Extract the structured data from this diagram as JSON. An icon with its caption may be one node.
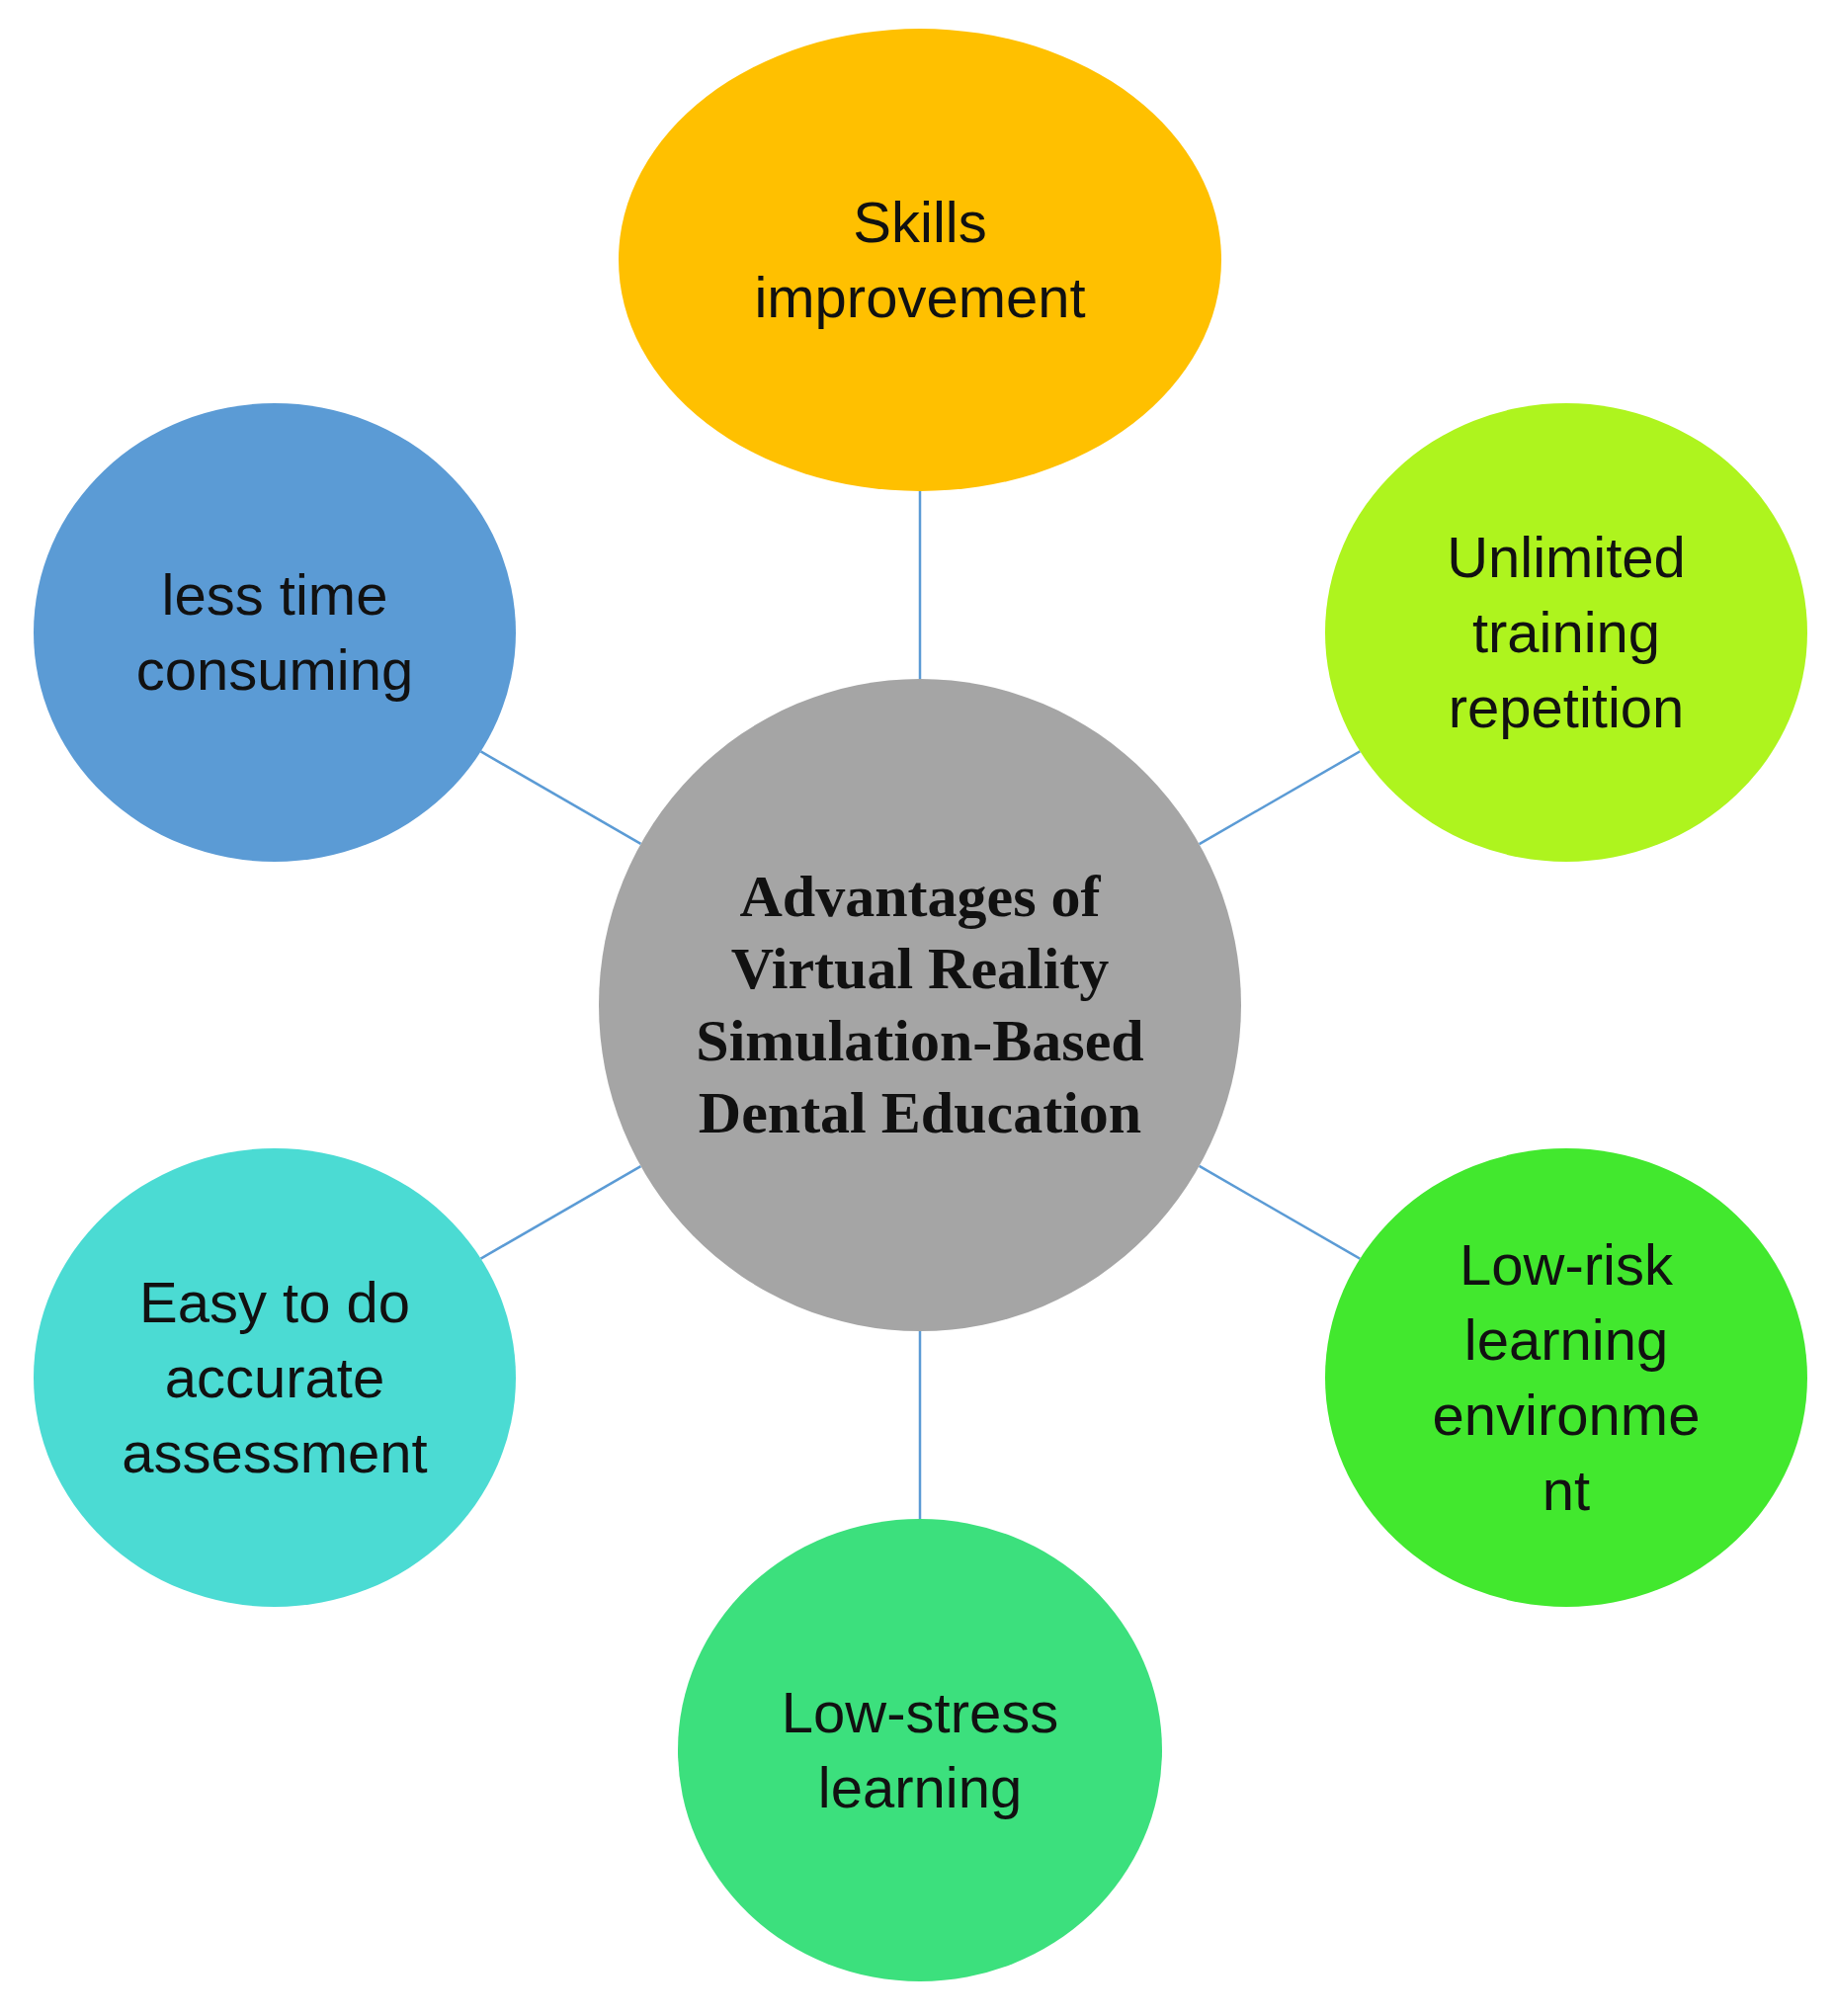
{
  "diagram": {
    "nodes": [
      {
        "text": [
          "Advantages of Virtual Reality Simulation-Based Dental Education"
        ]
      },
      {
        "text": [
          "Skills improvement"
        ]
      },
      {
        "text": [
          "less time consuming"
        ]
      },
      {
        "text": [
          "Unlimited training repetition"
        ]
      },
      {
        "text": [
          "Easy to do accurate assessment"
        ]
      },
      {
        "text": [
          "Low-risk learning environme nt"
        ]
      },
      {
        "text": [
          "Low-stress learning"
        ]
      }
    ],
    "edges": [
      {
        "from": 0,
        "to": 1,
        "arrow": "none"
      },
      {
        "from": 0,
        "to": 2,
        "arrow": "none"
      },
      {
        "from": 0,
        "to": 3,
        "arrow": "none"
      },
      {
        "from": 0,
        "to": 4,
        "arrow": "none"
      },
      {
        "from": 0,
        "to": 5,
        "arrow": "none"
      },
      {
        "from": 0,
        "to": 6,
        "arrow": "none"
      }
    ]
  }
}
